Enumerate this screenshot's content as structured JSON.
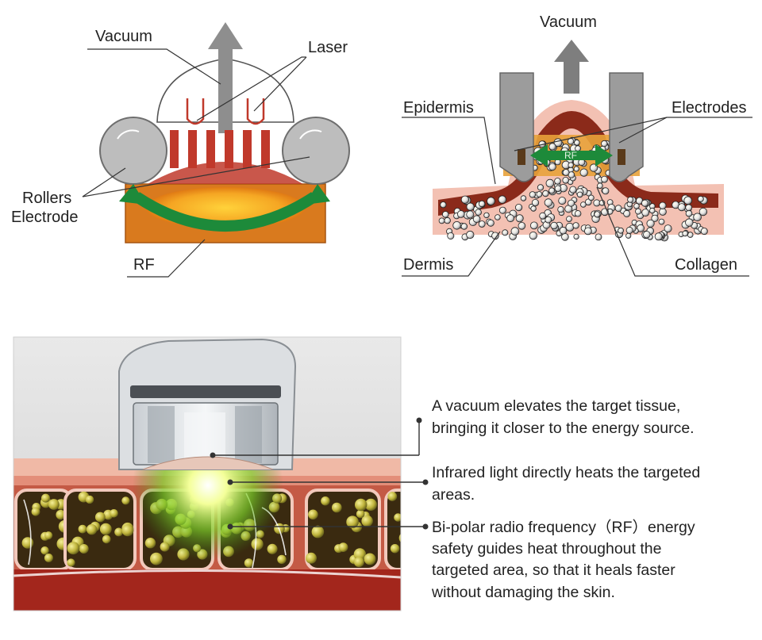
{
  "diagram_left": {
    "labels": {
      "vacuum": "Vacuum",
      "laser": "Laser",
      "rollers": "Rollers",
      "electrode": "Electrode",
      "rf": "RF"
    }
  },
  "diagram_right": {
    "labels": {
      "vacuum": "Vacuum",
      "epidermis": "Epidermis",
      "electrodes": "Electrodes",
      "rf_inner": "RF",
      "dermis": "Dermis",
      "collagen": "Collagen"
    }
  },
  "annotations": [
    {
      "lines": [
        "A vacuum elevates the target tissue,",
        "bringing  it closer to the energy source."
      ]
    },
    {
      "lines": [
        "Infrared light directly heats the targeted",
        "areas."
      ]
    },
    {
      "lines": [
        "Bi-polar radio frequency（RF）energy",
        "safety  guides heat throughout the",
        "targeted area, so  that it heals faster",
        "without damaging the skin."
      ]
    }
  ],
  "colors": {
    "tissue_orange": "#d97a1e",
    "heat_yellow": "#f5a623",
    "rf_green": "#1d8a3a",
    "laser_red": "#c0392b",
    "skin_pink": "#f3c1b3",
    "dermis_brown": "#8b2a1a",
    "electrode_gray": "#9c9c9c"
  }
}
